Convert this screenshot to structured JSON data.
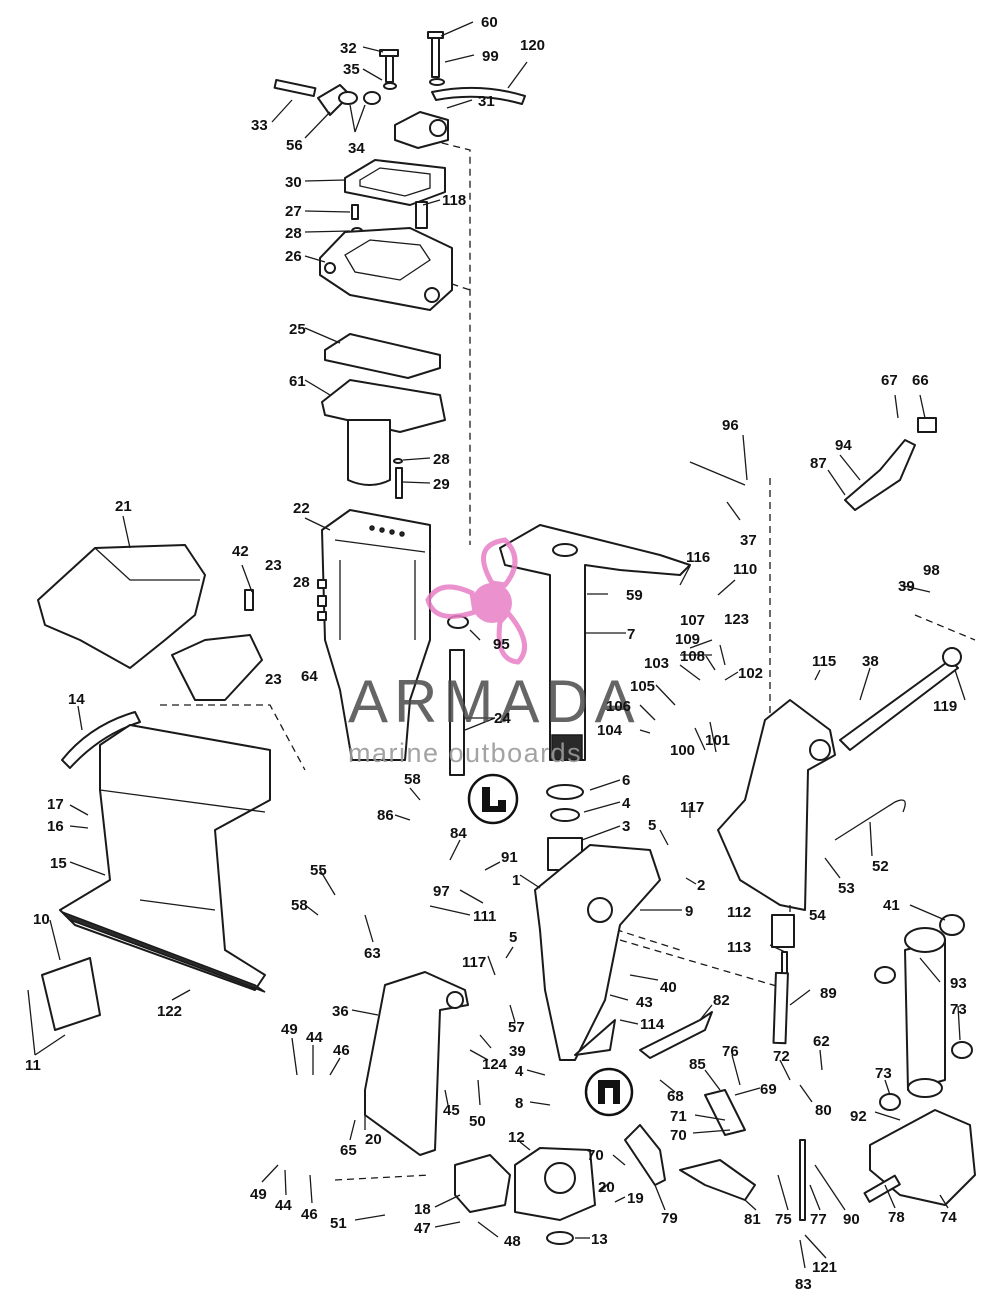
{
  "watermark": {
    "brand": "ARMADA",
    "tagline": "marine outboards",
    "logo_color": "#e87fc6"
  },
  "callouts": [
    {
      "id": "c60",
      "text": "60"
    },
    {
      "id": "c32",
      "text": "32"
    },
    {
      "id": "c99",
      "text": "99"
    },
    {
      "id": "c120",
      "text": "120"
    },
    {
      "id": "c35",
      "text": "35"
    },
    {
      "id": "c33",
      "text": "33"
    },
    {
      "id": "c31",
      "text": "31"
    },
    {
      "id": "c56",
      "text": "56"
    },
    {
      "id": "c34",
      "text": "34"
    },
    {
      "id": "c30",
      "text": "30"
    },
    {
      "id": "c27",
      "text": "27"
    },
    {
      "id": "c118",
      "text": "118"
    },
    {
      "id": "c28a",
      "text": "28"
    },
    {
      "id": "c26",
      "text": "26"
    },
    {
      "id": "c25",
      "text": "25"
    },
    {
      "id": "c61",
      "text": "61"
    },
    {
      "id": "c28b",
      "text": "28"
    },
    {
      "id": "c29",
      "text": "29"
    },
    {
      "id": "c67",
      "text": "67"
    },
    {
      "id": "c66",
      "text": "66"
    },
    {
      "id": "c96",
      "text": "96"
    },
    {
      "id": "c94",
      "text": "94"
    },
    {
      "id": "c87",
      "text": "87"
    },
    {
      "id": "c21",
      "text": "21"
    },
    {
      "id": "c22",
      "text": "22"
    },
    {
      "id": "c37",
      "text": "37"
    },
    {
      "id": "c42",
      "text": "42"
    },
    {
      "id": "c23a",
      "text": "23"
    },
    {
      "id": "c116",
      "text": "116"
    },
    {
      "id": "c110",
      "text": "110"
    },
    {
      "id": "c28c",
      "text": "28"
    },
    {
      "id": "c59",
      "text": "59"
    },
    {
      "id": "c98",
      "text": "98"
    },
    {
      "id": "c39a",
      "text": "39"
    },
    {
      "id": "c7",
      "text": "7"
    },
    {
      "id": "c107",
      "text": "107"
    },
    {
      "id": "c109",
      "text": "109"
    },
    {
      "id": "c123",
      "text": "123"
    },
    {
      "id": "c95",
      "text": "95"
    },
    {
      "id": "c64",
      "text": "64"
    },
    {
      "id": "c108",
      "text": "108"
    },
    {
      "id": "c115",
      "text": "115"
    },
    {
      "id": "c38",
      "text": "38"
    },
    {
      "id": "c103",
      "text": "103"
    },
    {
      "id": "c102",
      "text": "102"
    },
    {
      "id": "c23b",
      "text": "23"
    },
    {
      "id": "c105",
      "text": "105"
    },
    {
      "id": "c119",
      "text": "119"
    },
    {
      "id": "c14",
      "text": "14"
    },
    {
      "id": "c106",
      "text": "106"
    },
    {
      "id": "c104",
      "text": "104"
    },
    {
      "id": "c24",
      "text": "24"
    },
    {
      "id": "c100",
      "text": "100"
    },
    {
      "id": "c101",
      "text": "101"
    },
    {
      "id": "c6",
      "text": "6"
    },
    {
      "id": "c4a",
      "text": "4"
    },
    {
      "id": "c17",
      "text": "17"
    },
    {
      "id": "c58a",
      "text": "58"
    },
    {
      "id": "c86",
      "text": "86"
    },
    {
      "id": "c117a",
      "text": "117"
    },
    {
      "id": "c3",
      "text": "3"
    },
    {
      "id": "c5a",
      "text": "5"
    },
    {
      "id": "c16",
      "text": "16"
    },
    {
      "id": "c84",
      "text": "84"
    },
    {
      "id": "c91",
      "text": "91"
    },
    {
      "id": "c52",
      "text": "52"
    },
    {
      "id": "c15",
      "text": "15"
    },
    {
      "id": "c55",
      "text": "55"
    },
    {
      "id": "c1",
      "text": "1"
    },
    {
      "id": "c2",
      "text": "2"
    },
    {
      "id": "c53",
      "text": "53"
    },
    {
      "id": "c97",
      "text": "97"
    },
    {
      "id": "c41",
      "text": "41"
    },
    {
      "id": "c58b",
      "text": "58"
    },
    {
      "id": "c111",
      "text": "111"
    },
    {
      "id": "c9",
      "text": "9"
    },
    {
      "id": "c54",
      "text": "54"
    },
    {
      "id": "c112",
      "text": "112"
    },
    {
      "id": "c10",
      "text": "10"
    },
    {
      "id": "c63",
      "text": "63"
    },
    {
      "id": "c5b",
      "text": "5"
    },
    {
      "id": "c113",
      "text": "113"
    },
    {
      "id": "c93",
      "text": "93"
    },
    {
      "id": "c117b",
      "text": "117"
    },
    {
      "id": "c40",
      "text": "40"
    },
    {
      "id": "c89",
      "text": "89"
    },
    {
      "id": "c122",
      "text": "122"
    },
    {
      "id": "c36",
      "text": "36"
    },
    {
      "id": "c43",
      "text": "43"
    },
    {
      "id": "c82",
      "text": "82"
    },
    {
      "id": "c73a",
      "text": "73"
    },
    {
      "id": "c57",
      "text": "57"
    },
    {
      "id": "c114",
      "text": "114"
    },
    {
      "id": "c11",
      "text": "11"
    },
    {
      "id": "c49a",
      "text": "49"
    },
    {
      "id": "c44a",
      "text": "44"
    },
    {
      "id": "c46a",
      "text": "46"
    },
    {
      "id": "c39b",
      "text": "39"
    },
    {
      "id": "c62",
      "text": "62"
    },
    {
      "id": "c124",
      "text": "124"
    },
    {
      "id": "c76",
      "text": "76"
    },
    {
      "id": "c85",
      "text": "85"
    },
    {
      "id": "c72",
      "text": "72"
    },
    {
      "id": "c4b",
      "text": "4"
    },
    {
      "id": "c69",
      "text": "69"
    },
    {
      "id": "c73b",
      "text": "73"
    },
    {
      "id": "c68",
      "text": "68"
    },
    {
      "id": "c80",
      "text": "80"
    },
    {
      "id": "c45",
      "text": "45"
    },
    {
      "id": "c50",
      "text": "50"
    },
    {
      "id": "c8",
      "text": "8"
    },
    {
      "id": "c92",
      "text": "92"
    },
    {
      "id": "c71",
      "text": "71"
    },
    {
      "id": "c65",
      "text": "65"
    },
    {
      "id": "c20a",
      "text": "20"
    },
    {
      "id": "c70a",
      "text": "70"
    },
    {
      "id": "c12",
      "text": "12"
    },
    {
      "id": "c70b",
      "text": "70"
    },
    {
      "id": "c20b",
      "text": "20"
    },
    {
      "id": "c19",
      "text": "19"
    },
    {
      "id": "c49b",
      "text": "49"
    },
    {
      "id": "c44b",
      "text": "44"
    },
    {
      "id": "c46b",
      "text": "46"
    },
    {
      "id": "c18",
      "text": "18"
    },
    {
      "id": "c79",
      "text": "79"
    },
    {
      "id": "c81",
      "text": "81"
    },
    {
      "id": "c75",
      "text": "75"
    },
    {
      "id": "c77",
      "text": "77"
    },
    {
      "id": "c90",
      "text": "90"
    },
    {
      "id": "c78",
      "text": "78"
    },
    {
      "id": "c74",
      "text": "74"
    },
    {
      "id": "c51",
      "text": "51"
    },
    {
      "id": "c47",
      "text": "47"
    },
    {
      "id": "c48",
      "text": "48"
    },
    {
      "id": "c13",
      "text": "13"
    },
    {
      "id": "c83",
      "text": "83"
    },
    {
      "id": "c121",
      "text": "121"
    }
  ]
}
